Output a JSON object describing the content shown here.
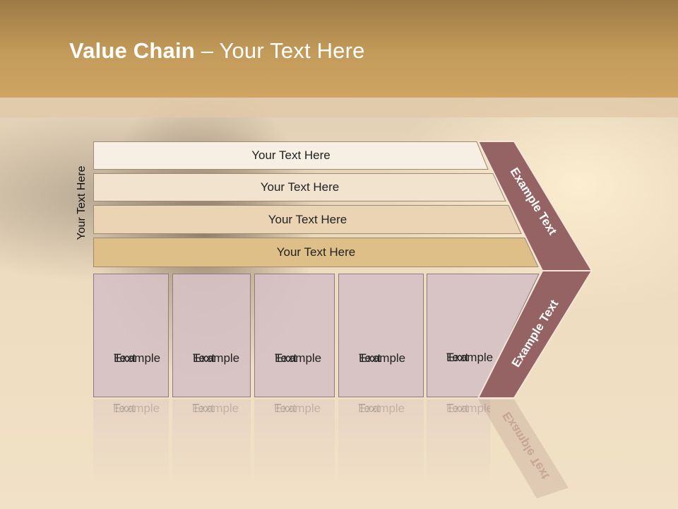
{
  "title": {
    "bold": "Value Chain",
    "rest": " – Your Text Here"
  },
  "side_label": "Your Text Here",
  "bars": [
    {
      "label": "Your Text Here",
      "color": "#f7efe4"
    },
    {
      "label": "Your Text Here",
      "color": "#f2e3cf"
    },
    {
      "label": "Your Text Here",
      "color": "#ead4b3"
    },
    {
      "label": "Your Text Here",
      "color": "#dfbf88"
    }
  ],
  "boxes": [
    {
      "line1": "Example",
      "line2": "Text"
    },
    {
      "line1": "Example",
      "line2": "Text"
    },
    {
      "line1": "Example",
      "line2": "Text"
    },
    {
      "line1": "Example",
      "line2": "Text"
    },
    {
      "line1": "Example",
      "line2": "Text"
    }
  ],
  "chevron": {
    "top_label": "Example Text",
    "bottom_label": "Example Text",
    "color": "#966364"
  },
  "colors": {
    "header": "#c39b5a",
    "box": "#d6c1c4"
  }
}
